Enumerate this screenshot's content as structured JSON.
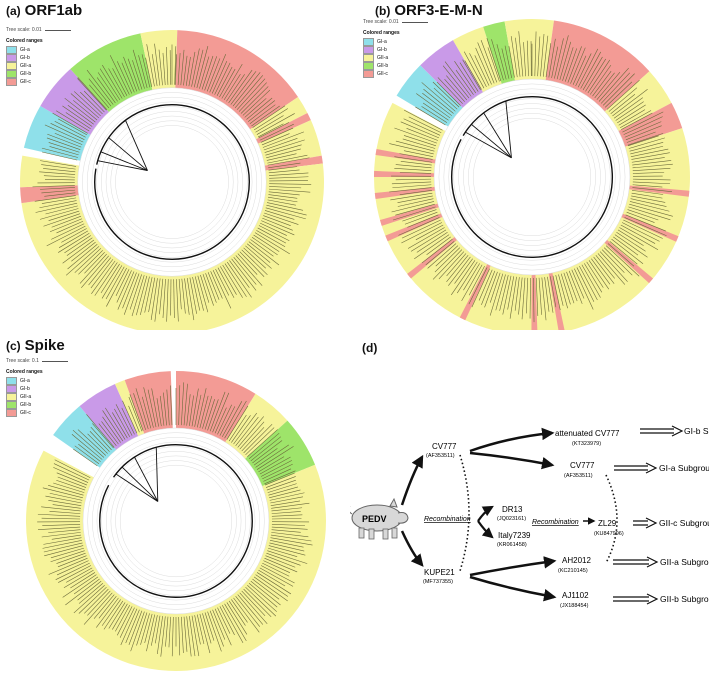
{
  "colors": {
    "GI-a": "#8fe0ea",
    "GI-b": "#c99ae8",
    "GII-a": "#f6f39a",
    "GII-b": "#9ee46a",
    "GII-c": "#f39b95"
  },
  "panels": [
    {
      "label": "(a)",
      "title": "ORF1ab",
      "scale_text": "Tree scale: 0.01",
      "legend_title": "Colored ranges",
      "legend": [
        {
          "name": "GI-a",
          "color": "#8fe0ea"
        },
        {
          "name": "GI-b",
          "color": "#c99ae8"
        },
        {
          "name": "GII-a",
          "color": "#f6f39a"
        },
        {
          "name": "GII-b",
          "color": "#9ee46a"
        },
        {
          "name": "GII-c",
          "color": "#f39b95"
        }
      ]
    },
    {
      "label": "(b)",
      "title": "ORF3-E-M-N",
      "scale_text": "Tree scale: 0.01",
      "legend_title": "Colored ranges",
      "legend": [
        {
          "name": "GI-a",
          "color": "#8fe0ea"
        },
        {
          "name": "GI-b",
          "color": "#c99ae8"
        },
        {
          "name": "GII-a",
          "color": "#f6f39a"
        },
        {
          "name": "GII-b",
          "color": "#9ee46a"
        },
        {
          "name": "GII-c",
          "color": "#f39b95"
        }
      ]
    },
    {
      "label": "(c)",
      "title": "Spike",
      "scale_text": "Tree scale: 0.1",
      "legend_title": "Colored ranges",
      "legend": [
        {
          "name": "GI-a",
          "color": "#8fe0ea"
        },
        {
          "name": "GI-b",
          "color": "#c99ae8"
        },
        {
          "name": "GII-a",
          "color": "#f6f39a"
        },
        {
          "name": "GII-b",
          "color": "#9ee46a"
        },
        {
          "name": "GII-c",
          "color": "#f39b95"
        }
      ]
    }
  ],
  "panel_d": {
    "label": "(d)",
    "pedv": "PEDV",
    "recombination_1": "Recombination",
    "recombination_2": "Recombination",
    "strains": {
      "cv777_src": {
        "name": "CV777",
        "acc": "(AF353511)"
      },
      "kupe21": {
        "name": "KUPE21",
        "acc": "(MF737355)"
      },
      "attenuated": {
        "name": "attenuated CV777",
        "acc": "(KT323979)"
      },
      "cv777": {
        "name": "CV777",
        "acc": "(AF353511)"
      },
      "dr13": {
        "name": "DR13",
        "acc": "(JQ023161)"
      },
      "italy": {
        "name": "Italy7239",
        "acc": "(KR061458)"
      },
      "zl29": {
        "name": "ZL29",
        "acc": "(KU847996)"
      },
      "ah2012": {
        "name": "AH2012",
        "acc": "(KC210145)"
      },
      "aj1102": {
        "name": "AJ1102",
        "acc": "(JX188454)"
      }
    },
    "subgroups": {
      "gib": "GI-b Subgroup",
      "gia": "GI-a Subgroup",
      "giic": "GII-c Subgroup",
      "giia": "GII-a Subgroup",
      "giib": "GII-b Subgroup"
    }
  }
}
